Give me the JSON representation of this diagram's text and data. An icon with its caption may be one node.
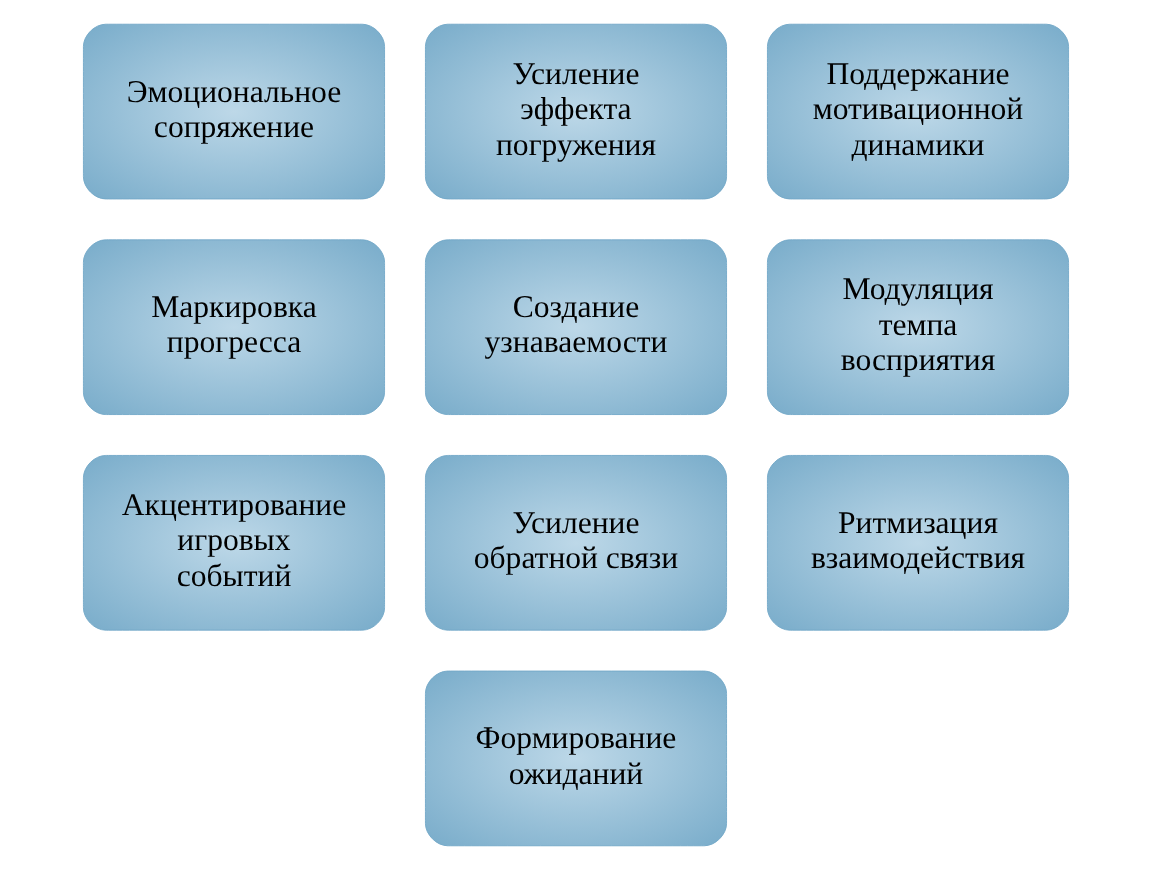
{
  "diagram": {
    "nodes": [
      {
        "text": [
          "Эмоциональное сопряжение"
        ]
      },
      {
        "text": [
          "Усиление эффекта погружения"
        ]
      },
      {
        "text": [
          "Поддержание мотивационной динамики"
        ]
      },
      {
        "text": [
          "Маркировка прогресса"
        ]
      },
      {
        "text": [
          "Создание узнаваемости"
        ]
      },
      {
        "text": [
          "Модуляция темпа восприятия"
        ]
      },
      {
        "text": [
          "Акцентирование игровых событий"
        ]
      },
      {
        "text": [
          "Усиление обратной связи"
        ]
      },
      {
        "text": [
          "Ритмизация взаимодействия"
        ]
      },
      {
        "text": [
          "Формирование ожиданий"
        ]
      }
    ]
  }
}
